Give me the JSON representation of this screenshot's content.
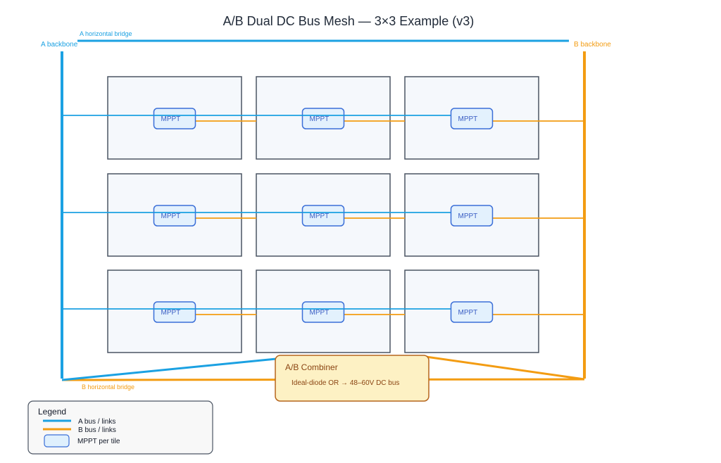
{
  "title": "A/B Dual DC Bus Mesh — 3×3 Example (v3)",
  "colors": {
    "a_bus": "#1ba1e2",
    "b_bus": "#f39c12",
    "tile_fill": "#f5f8fc",
    "tile_stroke": "#4b5563",
    "mppt_fill": "#dff0fd",
    "mppt_stroke": "#3b6fd8",
    "combiner_fill": "#fdf1c4",
    "combiner_stroke": "#b5651d"
  },
  "labels": {
    "a_backbone": "A backbone",
    "b_backbone": "B backbone",
    "a_horizontal_bridge": "A horizontal bridge",
    "b_horizontal_bridge": "B horizontal bridge"
  },
  "grid": {
    "rows": 3,
    "cols": 3,
    "tiles": [
      {
        "row": 1,
        "col": 1,
        "mppt": "MPPT"
      },
      {
        "row": 1,
        "col": 2,
        "mppt": "MPPT"
      },
      {
        "row": 1,
        "col": 3,
        "mppt": "MPPT"
      },
      {
        "row": 2,
        "col": 1,
        "mppt": "MPPT"
      },
      {
        "row": 2,
        "col": 2,
        "mppt": "MPPT"
      },
      {
        "row": 2,
        "col": 3,
        "mppt": "MPPT"
      },
      {
        "row": 3,
        "col": 1,
        "mppt": "MPPT"
      },
      {
        "row": 3,
        "col": 2,
        "mppt": "MPPT"
      },
      {
        "row": 3,
        "col": 3,
        "mppt": "MPPT"
      }
    ]
  },
  "combiner": {
    "title": "A/B Combiner",
    "subtitle": "Ideal-diode OR → 48–60V DC bus"
  },
  "legend": {
    "title": "Legend",
    "items": [
      {
        "type": "line-a",
        "label": "A bus / links"
      },
      {
        "type": "line-b",
        "label": "B bus / links"
      },
      {
        "type": "mppt",
        "label": "MPPT per tile"
      }
    ]
  }
}
